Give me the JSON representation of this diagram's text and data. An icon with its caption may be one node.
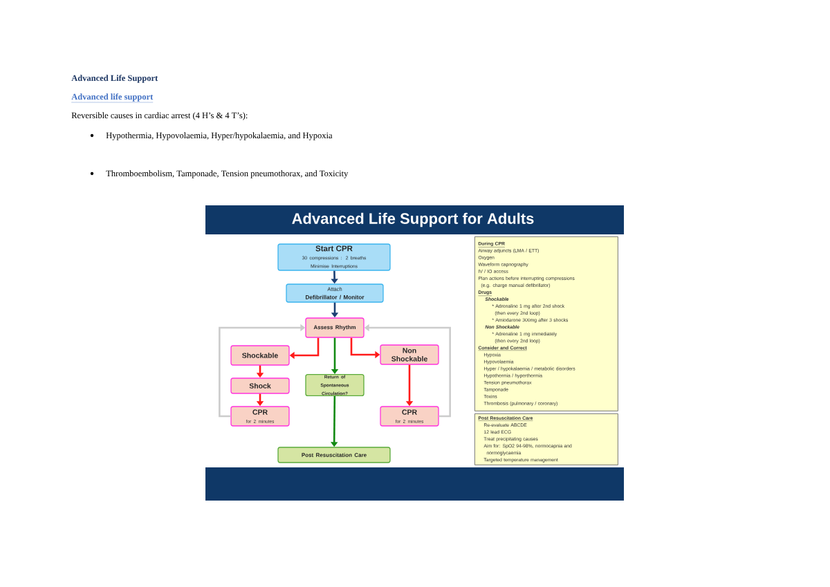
{
  "diagram": {
    "title": "Advanced Life Support",
    "nodes": [
      {
        "text": [
          "Start CPR",
          "30 compressions : 2 breaths Minimise Interruptions"
        ]
      },
      {
        "text": [
          "Attach",
          "Defibrillator / Monitor"
        ]
      },
      {
        "text": [
          "Assess Rhythm"
        ]
      },
      {
        "text": [
          "Shockable"
        ]
      },
      {
        "text": [
          "Non Shockable"
        ]
      },
      {
        "text": [
          "Shock"
        ]
      },
      {
        "text": [
          "Return of Spontaneous Circulation?"
        ]
      },
      {
        "text": [
          "CPR",
          "for 2 minutes"
        ]
      },
      {
        "text": [
          "CPR",
          "for 2 minutes"
        ]
      },
      {
        "text": [
          "Post Resuscitation Care"
        ]
      },
      {
        "text": [
          "During CPR",
          "Airway adjuncts (LMA / ETT)",
          "Oxygen",
          "Waveform capnography",
          "IV / IO access",
          "Plan actions before interrupting compressions (e.g. charge manual defibrillator)",
          "Drugs",
          "Shockable",
          "* Adrenaline 1 mg after 2nd shock (then every 2nd loop)",
          "* Amiodarone 300mg after 3 shocks",
          "Non Shockable",
          "* Adrenaline 1 mg immediately (then every 2nd loop)",
          "Consider and Correct",
          "Hypoxia",
          "Hypovolaemia",
          "Hyper / hypokalaemia / metabolic disorders",
          "Hypothermia / hyperthermia",
          "Tension pneumothorax",
          "Tamponade",
          "Toxins",
          "Thrombosis (pulmonary / coronary)"
        ]
      },
      {
        "text": [
          "Post Resuscitation Care",
          "Re-evaluate ABCDE",
          "12 lead ECG",
          "Treat precipitating causes",
          "Aim for: SpO2 94-98%, normocapnia and normoglycaemia",
          "Targeted temperature management"
        ]
      }
    ],
    "edges": [
      {
        "from": 0,
        "to": 1,
        "arrow": "to",
        "color": "#1b3f73"
      },
      {
        "from": 1,
        "to": 2,
        "arrow": "to",
        "color": "#1b3f73"
      },
      {
        "from": 2,
        "to": 3,
        "arrow": "to"
      },
      {
        "from": 2,
        "to": 4,
        "arrow": "to"
      },
      {
        "from": 2,
        "to": 6,
        "arrow": "to",
        "color": "#138a13"
      },
      {
        "from": 3,
        "to": 5,
        "arrow": "to"
      },
      {
        "from": 5,
        "to": 7,
        "arrow": "to"
      },
      {
        "from": 4,
        "to": 8,
        "arrow": "to"
      },
      {
        "from": 6,
        "to": 9,
        "arrow": "to",
        "color": "#138a13"
      },
      {
        "from": 7,
        "to": 2,
        "arrow": "to",
        "color": "#cccccc"
      },
      {
        "from": 8,
        "to": 2,
        "arrow": "to",
        "color": "#cccccc"
      }
    ],
    "labels": [
      "Advanced life support",
      "Reversible causes in cardiac arrest (4 H’s & 4 T’s):",
      "Hypothermia, Hypovolaemia, Hyper/hypokalaemia, and Hypoxia",
      "Thromboembolism, Tamponade, Tension pneumothorax, and Toxicity",
      "Advanced Life Support for Adults"
    ]
  }
}
